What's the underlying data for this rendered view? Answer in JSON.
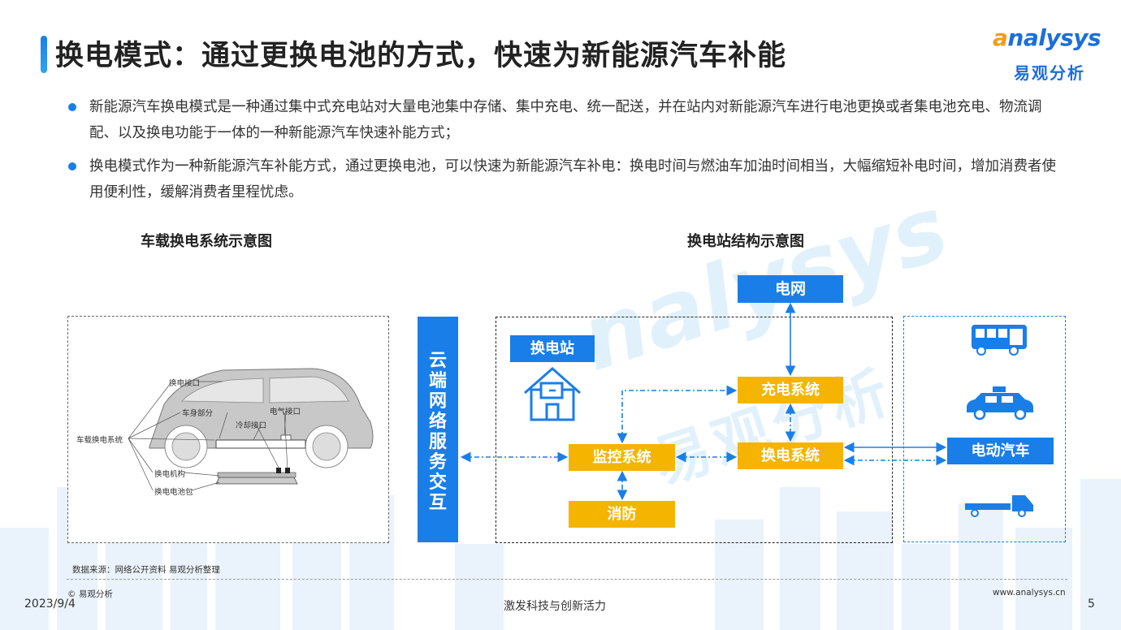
{
  "title": "换电模式：通过更换电池的方式，快速为新能源汽车补能",
  "logo": {
    "en_accent": "a",
    "en_rest": "nalysys",
    "cn": "易观分析"
  },
  "bullets": [
    "新能源汽车换电模式是一种通过集中式充电站对大量电池集中存储、集中充电、统一配送，并在站内对新能源汽车进行电池更换或者集电池充电、物流调配、以及换电功能于一体的一种新能源汽车快速补能方式；",
    "换电模式作为一种新能源汽车补能方式，通过更换电池，可以快速为新能源汽车补电：换电时间与燃油车加油时间相当，大幅缩短补电时间，增加消费者使用便利性，缓解消费者里程忧虑。"
  ],
  "left_diagram": {
    "title": "车载换电系统示意图",
    "labels": {
      "system": "车载换电系统",
      "swap_port": "换电接口",
      "body": "车身部分",
      "electric_port": "电气接口",
      "cooling_port": "冷却接口",
      "mechanism": "换电机构",
      "battery_pack": "换电电池包"
    }
  },
  "right_diagram": {
    "title": "换电站结构示意图",
    "cloud_chars": [
      "云",
      "端",
      "网",
      "络",
      "服",
      "务",
      "交",
      "互"
    ],
    "grid": "电网",
    "station": "换电站",
    "charge_system": "充电系统",
    "monitor_system": "监控系统",
    "swap_system": "换电系统",
    "fire": "消防",
    "ev": "电动汽车"
  },
  "watermark": {
    "en": "nalysys",
    "cn": "易观分析"
  },
  "colors": {
    "blue": "#1a7ee8",
    "yellow": "#f5b400",
    "orange": "#f29b1c"
  },
  "footer": {
    "source": "数据来源：网络公开资料  易观分析整理",
    "copyright": "© 易观分析",
    "date": "2023/9/4",
    "slogan": "激发科技与创新活力",
    "url": "www.analysys.cn",
    "page": "5"
  }
}
